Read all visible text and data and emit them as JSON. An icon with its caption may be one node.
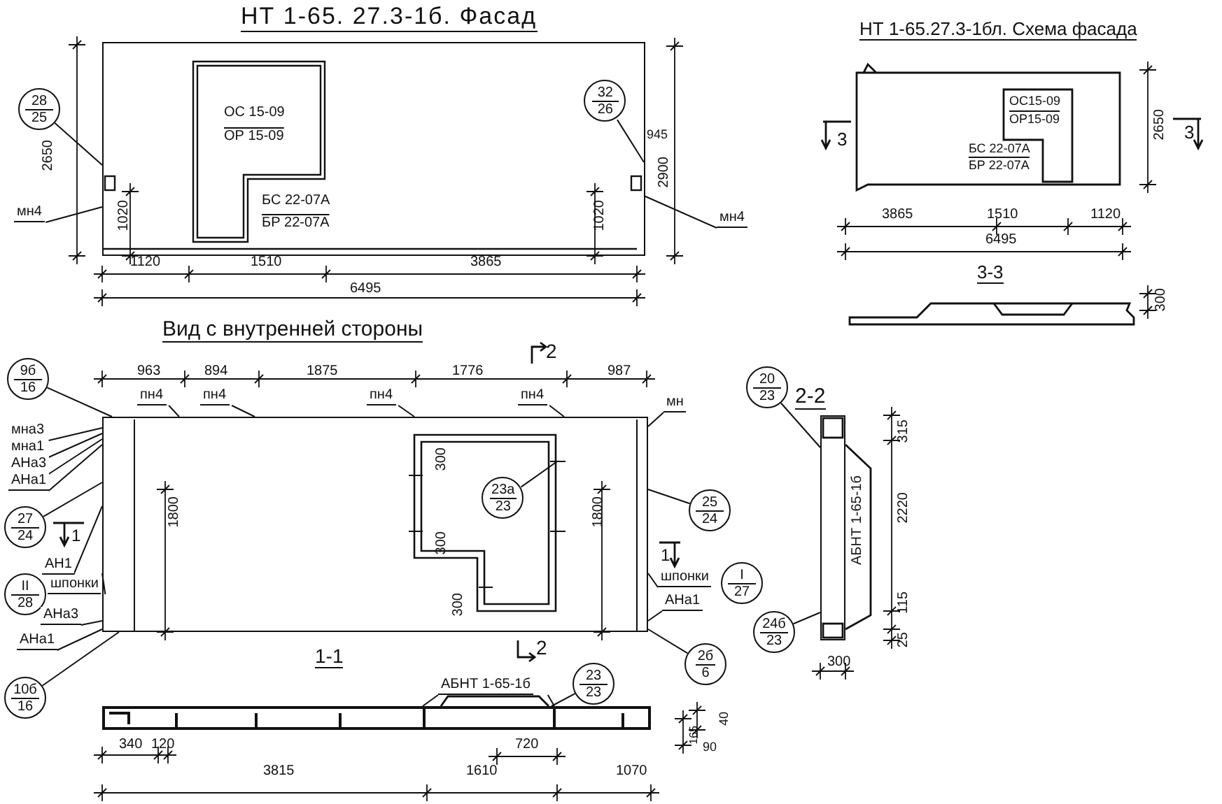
{
  "diagram": {
    "title": "НТ 1-65. 27.3-1б. Фасад",
    "nodes": [
      {
        "text": [
          "28",
          "25"
        ]
      },
      {
        "text": [
          "мн4"
        ]
      },
      {
        "text": [
          "32",
          "26"
        ],
        "in": 31
      },
      {
        "text": [
          "мн4"
        ]
      },
      {
        "text": [
          "пн4"
        ]
      },
      {
        "text": [
          "пн4"
        ]
      },
      {
        "text": [
          "пн4"
        ]
      },
      {
        "text": [
          "пн4"
        ]
      },
      {
        "text": [
          "9б",
          "16"
        ]
      },
      {
        "text": [
          "мна3"
        ]
      },
      {
        "text": [
          "мна1"
        ]
      },
      {
        "text": [
          "АНа3"
        ]
      },
      {
        "text": [
          "АНа1"
        ]
      },
      {
        "text": [
          "27",
          "24"
        ]
      },
      {
        "text": [
          "АН1"
        ]
      },
      {
        "text": [
          "II",
          "28"
        ]
      },
      {
        "text": [
          "шпонки"
        ]
      },
      {
        "text": [
          "АНа3"
        ]
      },
      {
        "text": [
          "АНа1"
        ]
      },
      {
        "text": [
          "10б",
          "16"
        ]
      },
      {
        "text": [
          "мн"
        ]
      },
      {
        "text": [
          "23а",
          "23"
        ],
        "in": 33
      },
      {
        "text": [
          "25",
          "24"
        ]
      },
      {
        "text": [
          "шпонки"
        ]
      },
      {
        "text": [
          "I",
          "27"
        ]
      },
      {
        "text": [
          "АНа1"
        ]
      },
      {
        "text": [
          "2б",
          "6"
        ]
      },
      {
        "text": [
          "20",
          "23"
        ]
      },
      {
        "text": [
          "24б",
          "23"
        ]
      },
      {
        "text": [
          "23",
          "23"
        ]
      },
      {
        "text": [
          "АБНТ 1-65-1б"
        ]
      },
      {
        "text": [],
        "shape": "box"
      },
      {
        "text": [],
        "shape": "box"
      },
      {
        "text": [],
        "shape": "box",
        "in": 32
      },
      {
        "text": [],
        "shape": "box"
      },
      {
        "text": [],
        "shape": "bar"
      }
    ],
    "edges": [
      {
        "from": 0,
        "to": 31,
        "arrow": "none"
      },
      {
        "from": 1,
        "to": 31,
        "arrow": "none"
      },
      {
        "from": 2,
        "to": 31,
        "arrow": "none"
      },
      {
        "from": 3,
        "to": 31,
        "arrow": "none"
      },
      {
        "from": 4,
        "to": 32,
        "arrow": "none"
      },
      {
        "from": 5,
        "to": 32,
        "arrow": "none"
      },
      {
        "from": 6,
        "to": 32,
        "arrow": "none"
      },
      {
        "from": 7,
        "to": 32,
        "arrow": "none"
      },
      {
        "from": 8,
        "to": 32,
        "arrow": "none"
      },
      {
        "from": 9,
        "to": 32,
        "arrow": "none"
      },
      {
        "from": 10,
        "to": 32,
        "arrow": "none"
      },
      {
        "from": 11,
        "to": 32,
        "arrow": "none"
      },
      {
        "from": 12,
        "to": 32,
        "arrow": "none"
      },
      {
        "from": 13,
        "to": 32,
        "arrow": "none"
      },
      {
        "from": 14,
        "to": 32,
        "arrow": "none"
      },
      {
        "from": 16,
        "to": 32,
        "arrow": "none"
      },
      {
        "from": 17,
        "to": 32,
        "arrow": "none"
      },
      {
        "from": 18,
        "to": 32,
        "arrow": "none"
      },
      {
        "from": 19,
        "to": 32,
        "arrow": "none"
      },
      {
        "from": 20,
        "to": 32,
        "arrow": "none"
      },
      {
        "from": 21,
        "to": 33,
        "arrow": "none"
      },
      {
        "from": 22,
        "to": 32,
        "arrow": "none"
      },
      {
        "from": 23,
        "to": 32,
        "arrow": "none"
      },
      {
        "from": 25,
        "to": 32,
        "arrow": "none"
      },
      {
        "from": 26,
        "to": 32,
        "arrow": "none"
      },
      {
        "from": 27,
        "to": 34,
        "arrow": "none"
      },
      {
        "from": 28,
        "to": 34,
        "arrow": "none"
      },
      {
        "from": 29,
        "to": 35,
        "arrow": "none"
      },
      {
        "from": 30,
        "to": 35,
        "arrow": "none"
      },
      {
        "from": 30,
        "to": 35,
        "arrow": "none"
      }
    ],
    "labels": [
      "НТ 1-65.27.3-1бл. Схема фасада",
      "2650",
      "ОС 15-09",
      "ОР 15-09",
      "БС 22-07А",
      "БР 22-07А",
      "945",
      "2900",
      "1020",
      "1020",
      "1120",
      "1510",
      "3865",
      "6495",
      "ОС15-09",
      "ОР15-09",
      "БС 22-07А",
      "БР 22-07А",
      "3",
      "3",
      "2650",
      "3865",
      "1510",
      "1120",
      "6495",
      "3-3",
      "300",
      "Вид с внутренней стороны",
      "963",
      "894",
      "1875",
      "1776",
      "987",
      "2",
      "1800",
      "300",
      "300",
      "300",
      "1800",
      "1",
      "1",
      "2",
      "1-1",
      "2-2",
      "315",
      "АБНТ 1-65-1б",
      "2220",
      "115",
      "25",
      "300",
      "340",
      "120",
      "40",
      "165",
      "90",
      "3815",
      "1610",
      "720",
      "1070"
    ]
  }
}
